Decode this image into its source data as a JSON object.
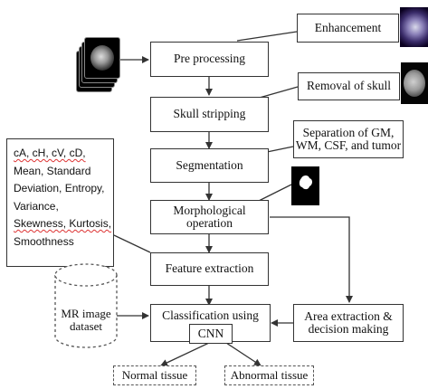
{
  "boxes": {
    "enhancement": "Enhancement",
    "pre_processing": "Pre processing",
    "removal_of_skull": "Removal of skull",
    "skull_stripping": "Skull stripping",
    "separation": [
      "Separation of GM,",
      "WM, CSF, and tumor"
    ],
    "segmentation": "Segmentation",
    "morphological": [
      "Morphological",
      "operation"
    ],
    "feature_extraction": "Feature extraction",
    "classification": "Classification using",
    "cnn": "CNN",
    "area_extraction": [
      "Area extraction &",
      "decision making"
    ],
    "normal_tissue": "Normal tissue",
    "abnormal_tissue": "Abnormal tissue"
  },
  "dataset": [
    "MR image",
    "dataset"
  ],
  "features": [
    {
      "text": "cA, cH, cV, cD,",
      "squiggle": true
    },
    {
      "text": "Mean, Standard",
      "squiggle": false
    },
    {
      "text": "Deviation, Entropy,",
      "squiggle": false
    },
    {
      "text": "Variance,",
      "squiggle": false
    },
    {
      "text": "Skewness, Kurtosis,",
      "squiggle": true
    },
    {
      "text": "Smoothness",
      "squiggle": false
    }
  ],
  "icons": {
    "mri_stack": "mri-slice-stack",
    "enhanced_image": "enhanced-mri-thumbnail",
    "skull_removed_image": "skull-removed-thumbnail",
    "tumor_mask": "tumor-mask-thumbnail"
  }
}
